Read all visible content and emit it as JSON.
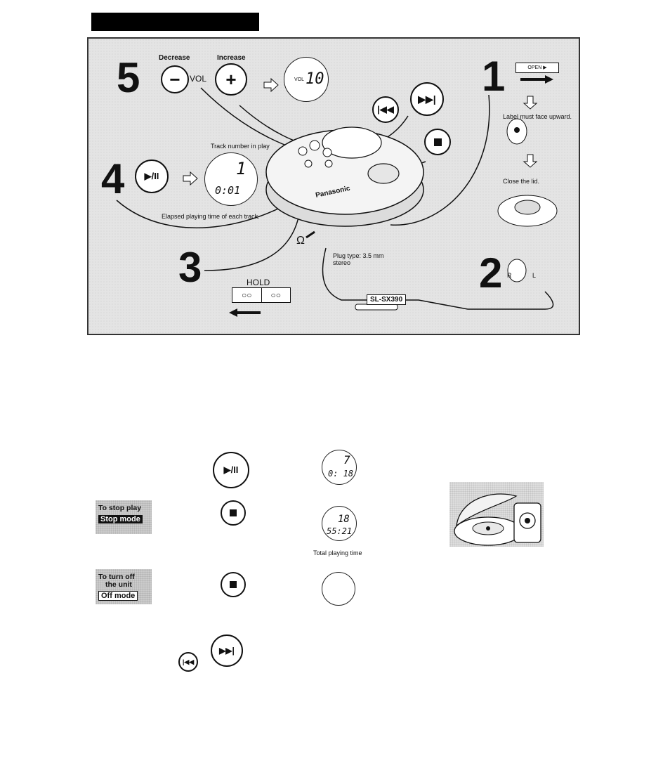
{
  "panel": {
    "step5": {
      "num": "5",
      "decrease": "Decrease",
      "increase": "Increase",
      "vol": "VOL",
      "lcd_label": "VOL",
      "lcd_value": "10"
    },
    "step1": {
      "num": "1",
      "open_label": "OPEN ▶",
      "label_face": "Label must face upward.",
      "close_lid": "Close the lid."
    },
    "step4": {
      "num": "4",
      "track_label": "Track number in play",
      "lcd_track": "1",
      "lcd_time": "0:01",
      "elapsed_label": "Elapsed playing time of each track."
    },
    "step3": {
      "num": "3",
      "hold_label": "HOLD",
      "plug_label_1": "Plug type: 3.5 mm",
      "plug_label_2": "stereo"
    },
    "step2": {
      "num": "2",
      "model": "SL-SX390",
      "ear_r": "R",
      "ear_l": "L"
    },
    "device_brand": "Panasonic"
  },
  "lower": {
    "play_lcd": {
      "track": "7",
      "time": "0: 18"
    },
    "stop": {
      "line1": "To stop play",
      "tag": "Stop mode",
      "lcd_track": "18",
      "lcd_time": "55:21",
      "caption": "Total playing time"
    },
    "off": {
      "line1": "To turn off",
      "line2": "the unit",
      "tag": "Off mode"
    }
  }
}
